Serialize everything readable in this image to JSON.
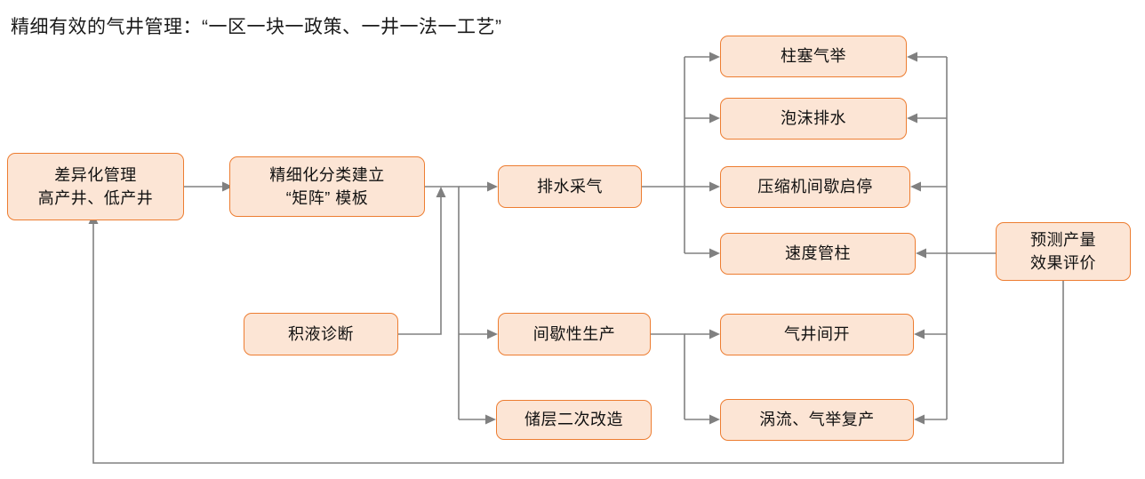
{
  "title": "精细有效的气井管理：“一区一块一政策、一井一法一工艺”",
  "theme": {
    "node_fill": "#fce5d5",
    "node_border": "#ed7d31",
    "connector": "#808080",
    "text": "#111111",
    "background": "#ffffff"
  },
  "nodes": {
    "differentiated_management": "差异化管理\n高产井、低产井",
    "classification_matrix": "精细化分类建立\n“矩阵” 模板",
    "liquid_loading_diagnosis": "积液诊断",
    "dewatering_gas_production": "排水采气",
    "intermittent_production": "间歇性生产",
    "reservoir_restimulation": "储层二次改造",
    "plunger_lift": "柱塞气举",
    "foam_dewatering": "泡沫排水",
    "compressor_intermittent": "压缩机间歇启停",
    "velocity_string": "速度管柱",
    "gas_well_intermittent_open": "气井间开",
    "vortex_gas_lift_restore": "涡流、气举复产",
    "forecast_evaluation": "预测产量\n效果评价"
  },
  "edges": [
    {
      "from": "differentiated_management",
      "to": "classification_matrix"
    },
    {
      "from": "classification_matrix",
      "to": "dewatering_gas_production"
    },
    {
      "from": "classification_matrix",
      "to": "intermittent_production"
    },
    {
      "from": "classification_matrix",
      "to": "reservoir_restimulation"
    },
    {
      "from": "liquid_loading_diagnosis",
      "to": "classification_matrix"
    },
    {
      "from": "dewatering_gas_production",
      "to": "plunger_lift"
    },
    {
      "from": "dewatering_gas_production",
      "to": "foam_dewatering"
    },
    {
      "from": "dewatering_gas_production",
      "to": "compressor_intermittent"
    },
    {
      "from": "dewatering_gas_production",
      "to": "velocity_string"
    },
    {
      "from": "intermittent_production",
      "to": "gas_well_intermittent_open"
    },
    {
      "from": "intermittent_production",
      "to": "vortex_gas_lift_restore"
    },
    {
      "from": "forecast_evaluation",
      "to": "plunger_lift"
    },
    {
      "from": "forecast_evaluation",
      "to": "foam_dewatering"
    },
    {
      "from": "forecast_evaluation",
      "to": "compressor_intermittent"
    },
    {
      "from": "forecast_evaluation",
      "to": "velocity_string"
    },
    {
      "from": "forecast_evaluation",
      "to": "gas_well_intermittent_open"
    },
    {
      "from": "forecast_evaluation",
      "to": "vortex_gas_lift_restore"
    },
    {
      "from": "forecast_evaluation",
      "to": "differentiated_management"
    }
  ]
}
